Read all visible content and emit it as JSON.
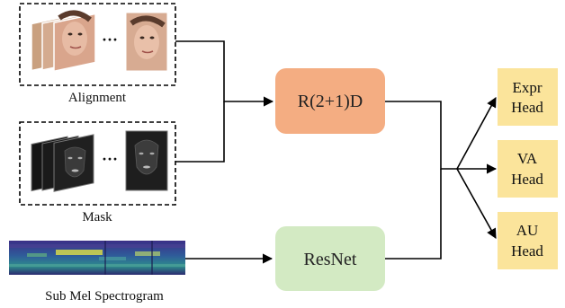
{
  "inputs": {
    "alignment": {
      "caption": "Alignment",
      "ellipsis": "···"
    },
    "mask": {
      "caption": "Mask",
      "ellipsis": "···"
    },
    "spectrogram": {
      "caption": "Sub Mel Spectrogram"
    }
  },
  "backbones": {
    "r21d": {
      "label": "R(2+1)D"
    },
    "resnet": {
      "label": "ResNet"
    }
  },
  "heads": [
    {
      "line1": "Expr",
      "line2": "Head"
    },
    {
      "line1": "VA",
      "line2": "Head"
    },
    {
      "line1": "AU",
      "line2": "Head"
    }
  ],
  "colors": {
    "r21d_fill": "#f4ad82",
    "resnet_fill": "#d3eac3",
    "head_fill": "#fbe49b",
    "face_skin": "#d9a58c",
    "mask_face": "#3a3a3a",
    "spectrogram_base": "#2a2e7a",
    "line": "#000000"
  }
}
